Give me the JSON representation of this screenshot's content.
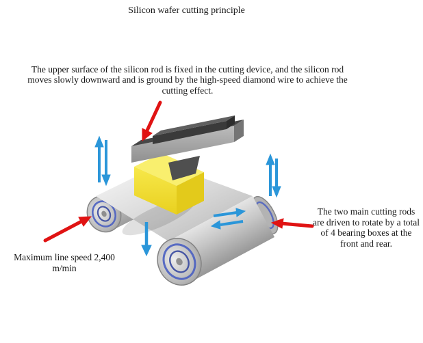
{
  "title": "Silicon wafer cutting principle",
  "description": "The upper surface of the silicon rod is fixed in the cutting device, and the silicon rod moves slowly downward and is ground by the high-speed diamond wire to achieve the cutting effect.",
  "labels": {
    "max_line_speed": "Maximum line speed 2,400 m/min",
    "bearing_boxes": "The two main cutting rods are driven to rotate by a total of 4 bearing boxes at the front and rear."
  },
  "colors": {
    "red_arrow": "#e01313",
    "blue_arrow": "#2b96d9",
    "silicon_rod_yellow": "#f2df2e",
    "roller_gray": "#c0c0c0",
    "clamp_gray": "#474747",
    "spiral_blue": "#4a5fc1",
    "background": "#ffffff"
  }
}
